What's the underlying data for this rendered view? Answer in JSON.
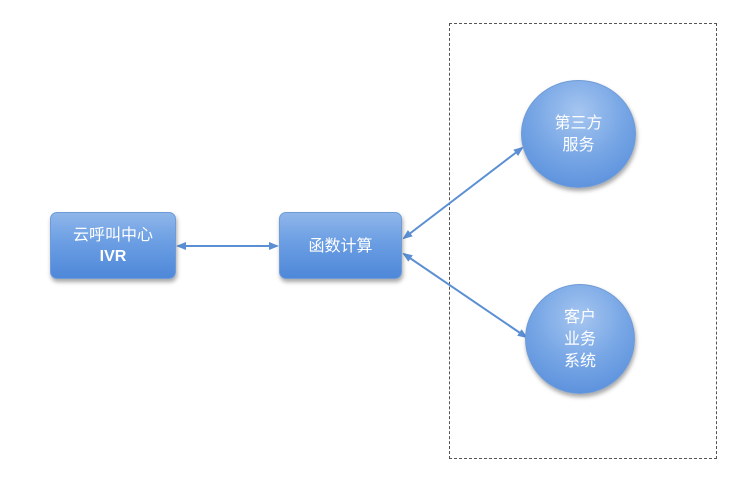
{
  "nodes": {
    "cloud_ivr": {
      "line1": "云呼叫中心",
      "line2": "IVR"
    },
    "func_calc": {
      "label": "函数计算"
    },
    "third_party": {
      "line1": "第三方",
      "line2": "服务"
    },
    "customer_system": {
      "line1": "客户",
      "line2": "业务",
      "line3": "系统"
    }
  },
  "colors": {
    "node_fill": "#6b9ee3",
    "node_border": "#6f9bd6",
    "arrow": "#5b8fd3",
    "dashed_border": "#555555"
  }
}
